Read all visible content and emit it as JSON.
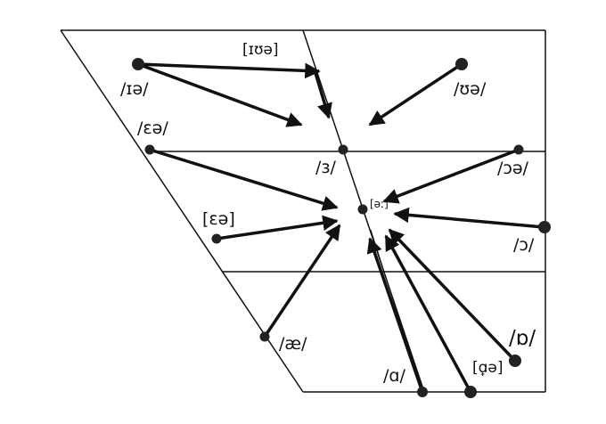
{
  "diagram": {
    "labels": {
      "top_ipa": "[ɪʊə]",
      "ie": "/ɪə/",
      "ue": "/ʊə/",
      "ea": "/ɛə/",
      "schwa_long": "/ɜ/",
      "oa": "/ɔə/",
      "centre": "[əː]",
      "ea_brackets": "[ɛə]",
      "open_o": "/ɔ/",
      "ae": "/æ/",
      "a_script": "/ɑ/",
      "ao_brackets": "[ɑ̟ə]",
      "o_turned": "/ɒ/"
    },
    "colors": {
      "line": "#111111",
      "dot": "#222222",
      "background": "#ffffff"
    }
  }
}
